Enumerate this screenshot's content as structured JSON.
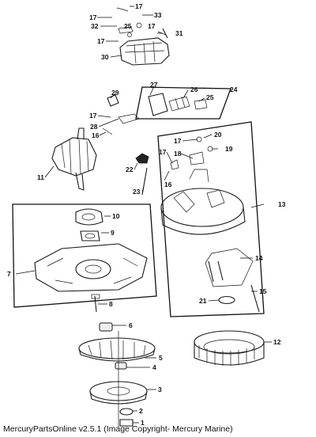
{
  "footer": {
    "caption": "MercuryPartsOnline v2.5.1 (Image Copyright- Mercury Marine)"
  },
  "callouts": [
    {
      "id": "c17a",
      "text": "17"
    },
    {
      "id": "c33",
      "text": "33"
    },
    {
      "id": "c17b",
      "text": "17"
    },
    {
      "id": "c32",
      "text": "32"
    },
    {
      "id": "c25a",
      "text": "25"
    },
    {
      "id": "c17c",
      "text": "17"
    },
    {
      "id": "c31",
      "text": "31"
    },
    {
      "id": "c17d",
      "text": "17"
    },
    {
      "id": "c30",
      "text": "30"
    },
    {
      "id": "c29",
      "text": "29"
    },
    {
      "id": "c27",
      "text": "27"
    },
    {
      "id": "c26",
      "text": "26"
    },
    {
      "id": "c24",
      "text": "24"
    },
    {
      "id": "c25b",
      "text": "25"
    },
    {
      "id": "c17e",
      "text": "17"
    },
    {
      "id": "c28",
      "text": "28"
    },
    {
      "id": "c16a",
      "text": "16"
    },
    {
      "id": "c17f",
      "text": "17"
    },
    {
      "id": "c20",
      "text": "20"
    },
    {
      "id": "c18",
      "text": "18"
    },
    {
      "id": "c19",
      "text": "19"
    },
    {
      "id": "c17g",
      "text": "17"
    },
    {
      "id": "c11",
      "text": "11"
    },
    {
      "id": "c22",
      "text": "22"
    },
    {
      "id": "c16b",
      "text": "16"
    },
    {
      "id": "c23",
      "text": "23"
    },
    {
      "id": "c13",
      "text": "13"
    },
    {
      "id": "c10",
      "text": "10"
    },
    {
      "id": "c9",
      "text": "9"
    },
    {
      "id": "c7",
      "text": "7"
    },
    {
      "id": "c14",
      "text": "14"
    },
    {
      "id": "c8",
      "text": "8"
    },
    {
      "id": "c21",
      "text": "21"
    },
    {
      "id": "c15",
      "text": "15"
    },
    {
      "id": "c6",
      "text": "6"
    },
    {
      "id": "c12",
      "text": "12"
    },
    {
      "id": "c5",
      "text": "5"
    },
    {
      "id": "c4",
      "text": "4"
    },
    {
      "id": "c3",
      "text": "3"
    },
    {
      "id": "c2",
      "text": "2"
    },
    {
      "id": "c1",
      "text": "1"
    }
  ]
}
